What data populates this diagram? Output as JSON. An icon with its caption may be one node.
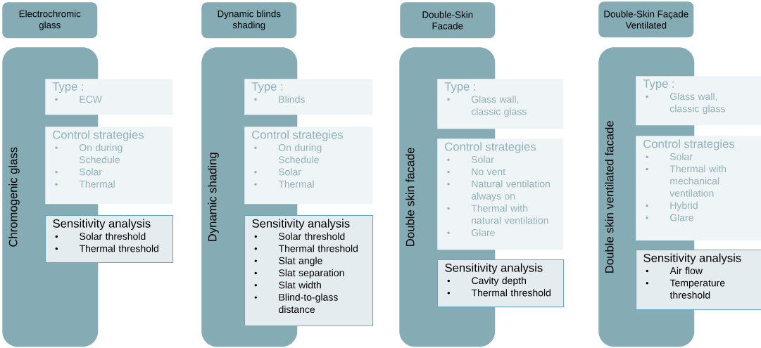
{
  "diagram": {
    "nodes": [
      {
        "text": [
          "Electrochromic glass"
        ]
      },
      {
        "text": [
          "Chromogenic glass"
        ]
      },
      {
        "text": [
          "Type :",
          "ECW"
        ]
      },
      {
        "text": [
          "Control strategies",
          "On during Schedule",
          "Solar",
          "Thermal"
        ]
      },
      {
        "text": [
          "Sensitivity analysis",
          "Solar threshold",
          "Thermal threshold"
        ]
      },
      {
        "text": [
          "Dynamic blinds shading"
        ]
      },
      {
        "text": [
          "Dynamic shading"
        ]
      },
      {
        "text": [
          "Type :",
          "Blinds"
        ]
      },
      {
        "text": [
          "Control strategies",
          "On during Schedule",
          "Solar",
          "Thermal"
        ]
      },
      {
        "text": [
          "Sensitivity analysis",
          "Solar threshold",
          "Thermal threshold",
          "Slat angle",
          "Slat separation",
          "Slat width",
          "Blind-to-glass distance"
        ]
      },
      {
        "text": [
          "Double-Skin Facade"
        ]
      },
      {
        "text": [
          "Double skin facade"
        ]
      },
      {
        "text": [
          "Type :",
          "Glass wall, classic glass"
        ]
      },
      {
        "text": [
          "Control strategies",
          "Solar",
          "No vent",
          "Natural ventilation always on",
          "Thermal with natural ventilation",
          "Glare"
        ]
      },
      {
        "text": [
          "Sensitivity analysis",
          "Cavity depth",
          "Thermal threshold"
        ]
      },
      {
        "text": [
          "Double-Skin Façade Ventilated"
        ]
      },
      {
        "text": [
          "Double skin ventilated facade"
        ]
      },
      {
        "text": [
          "Type :",
          "Glass wall, classic glass"
        ]
      },
      {
        "text": [
          "Control strategies",
          "Solar",
          "Thermal with mechanical ventilation",
          "Hybrid",
          "Glare"
        ]
      },
      {
        "text": [
          "Sensitivity analysis",
          "Air flow",
          "Temperature threshold"
        ]
      }
    ]
  }
}
